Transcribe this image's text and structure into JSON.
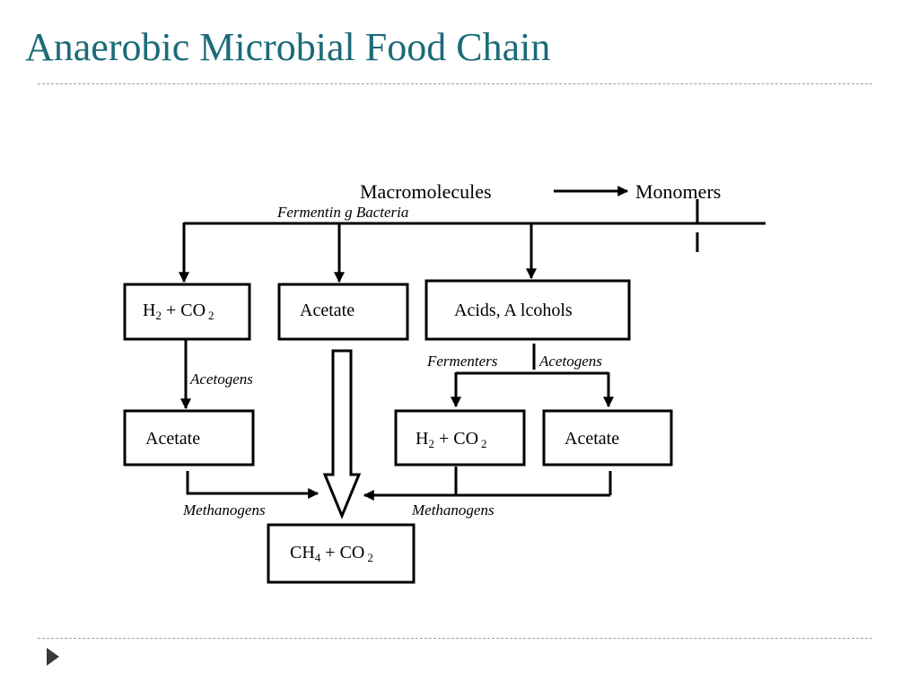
{
  "slide": {
    "title": "Anaerobic Microbial Food Chain"
  },
  "diagram": {
    "macromolecules": "Macromolecules",
    "monomers": "Monomers",
    "fermenting_bacteria": "Fermentin g Bacteria",
    "box_h2co2_left": {
      "main": "H",
      "sub1": "2",
      "mid": " + CO",
      "sub2": "2"
    },
    "box_acetate_top": "Acetate",
    "box_acids_alcohols": "Acids, A lcohols",
    "fermenters": "Fermenters",
    "acetogens_right": "Acetogens",
    "acetogens_left": "Acetogens",
    "box_acetate_left": "Acetate",
    "box_h2co2_right": {
      "main": "H",
      "sub1": "2",
      "mid": " + CO",
      "sub2": "2"
    },
    "box_acetate_right": "Acetate",
    "methanogens_left": "Methanogens",
    "methanogens_right": "Methanogens",
    "box_ch4co2": {
      "main": "CH",
      "sub1": "4",
      "mid": " + CO",
      "sub2": "2"
    }
  },
  "colors": {
    "title": "#1b6b78",
    "rule": "#9aa0a6",
    "diagram": "#000000"
  }
}
